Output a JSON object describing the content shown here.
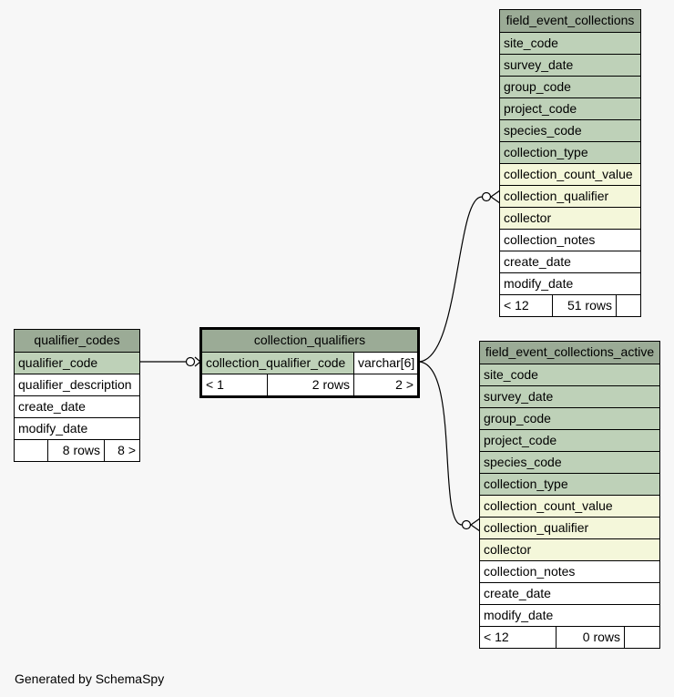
{
  "diagram": {
    "tables": {
      "qualifier_codes": {
        "title": "qualifier_codes",
        "columns": [
          {
            "name": "qualifier_code",
            "kind": "pk"
          },
          {
            "name": "qualifier_description",
            "kind": "plain"
          },
          {
            "name": "create_date",
            "kind": "plain"
          },
          {
            "name": "modify_date",
            "kind": "plain"
          }
        ],
        "footer": {
          "left": "",
          "rows": "8 rows",
          "right": "8 >"
        }
      },
      "collection_qualifiers": {
        "title": "collection_qualifiers",
        "columns": [
          {
            "name": "collection_qualifier_code",
            "type": "varchar[6]",
            "kind": "pk"
          }
        ],
        "footer": {
          "left": "< 1",
          "rows": "2 rows",
          "right": "2 >"
        }
      },
      "field_event_collections": {
        "title": "field_event_collections",
        "columns": [
          {
            "name": "site_code",
            "kind": "pk"
          },
          {
            "name": "survey_date",
            "kind": "pk"
          },
          {
            "name": "group_code",
            "kind": "pk"
          },
          {
            "name": "project_code",
            "kind": "pk"
          },
          {
            "name": "species_code",
            "kind": "pk"
          },
          {
            "name": "collection_type",
            "kind": "pk"
          },
          {
            "name": "collection_count_value",
            "kind": "fk"
          },
          {
            "name": "collection_qualifier",
            "kind": "fk"
          },
          {
            "name": "collector",
            "kind": "fk"
          },
          {
            "name": "collection_notes",
            "kind": "plain"
          },
          {
            "name": "create_date",
            "kind": "plain"
          },
          {
            "name": "modify_date",
            "kind": "plain"
          }
        ],
        "footer": {
          "left": "< 12",
          "rows": "51 rows",
          "right": ""
        }
      },
      "field_event_collections_active": {
        "title": "field_event_collections_active",
        "columns": [
          {
            "name": "site_code",
            "kind": "pk"
          },
          {
            "name": "survey_date",
            "kind": "pk"
          },
          {
            "name": "group_code",
            "kind": "pk"
          },
          {
            "name": "project_code",
            "kind": "pk"
          },
          {
            "name": "species_code",
            "kind": "pk"
          },
          {
            "name": "collection_type",
            "kind": "pk"
          },
          {
            "name": "collection_count_value",
            "kind": "fk"
          },
          {
            "name": "collection_qualifier",
            "kind": "fk"
          },
          {
            "name": "collector",
            "kind": "fk"
          },
          {
            "name": "collection_notes",
            "kind": "plain"
          },
          {
            "name": "create_date",
            "kind": "plain"
          },
          {
            "name": "modify_date",
            "kind": "plain"
          }
        ],
        "footer": {
          "left": "< 12",
          "rows": "0 rows",
          "right": ""
        }
      }
    },
    "colors": {
      "title_bg": "#9bab96",
      "pk_bg": "#bed1b8",
      "fk_bg": "#f4f7da",
      "plain_bg": "#ffffff",
      "page_bg": "#f7f7f7"
    }
  },
  "footer_text": "Generated by SchemaSpy"
}
